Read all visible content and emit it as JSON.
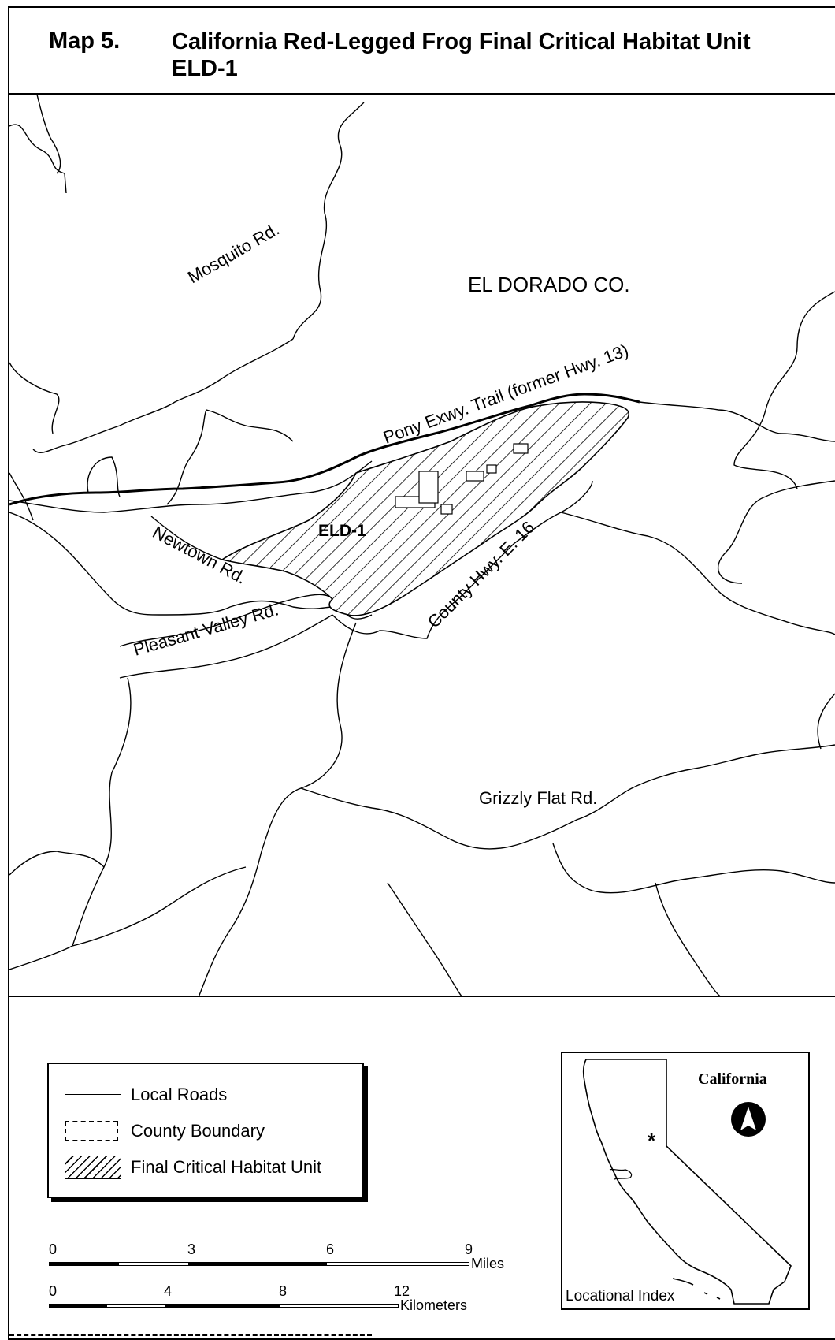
{
  "title": {
    "map_label": "Map 5.",
    "text": "California Red-Legged Frog Final Critical Habitat Unit ELD-1"
  },
  "map": {
    "county_label": "EL DORADO CO.",
    "unit_label": "ELD-1",
    "road_labels": {
      "mosquito": "Mosquito Rd.",
      "pony": "Pony Exwy. Trail (former Hwy. 13)",
      "newtown": "Newtown Rd.",
      "pleasant": "Pleasant Valley Rd.",
      "county_hwy": "County Hwy. E. 16",
      "grizzly": "Grizzly Flat Rd."
    }
  },
  "legend": {
    "items": [
      {
        "label": "Local Roads",
        "symbol": "solid-line"
      },
      {
        "label": "County Boundary",
        "symbol": "dashed-box"
      },
      {
        "label": "Final Critical Habitat Unit",
        "symbol": "hatched-box"
      }
    ]
  },
  "scale": {
    "miles": {
      "ticks": [
        "0",
        "3",
        "6",
        "9"
      ],
      "unit": "Miles"
    },
    "kilometers": {
      "ticks": [
        "0",
        "4",
        "8",
        "12"
      ],
      "unit": "Kilometers"
    }
  },
  "inset": {
    "title": "California",
    "caption": "Locational Index",
    "north_arrow": "north-arrow-icon",
    "location_marker": "asterisk-icon"
  }
}
